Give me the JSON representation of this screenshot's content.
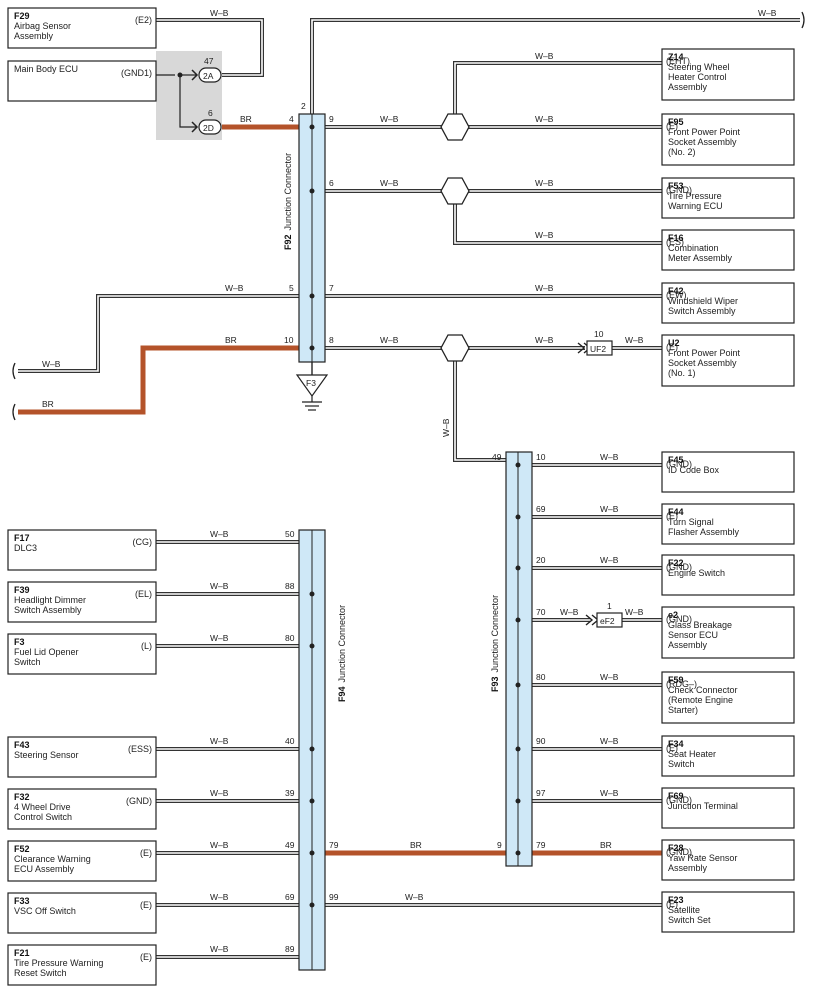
{
  "colors": {
    "wb": "#333333",
    "br": "#b4532a",
    "jc_fill": "#cfe8f7",
    "shade": "#d8d8d8"
  },
  "left_components": [
    {
      "id": "f29",
      "code": "F29",
      "lines": [
        "Airbag Sensor",
        "Assembly"
      ],
      "term": "(E2)"
    },
    {
      "id": "mbecu",
      "code": "",
      "lines": [
        "Main Body ECU"
      ],
      "term": "(GND1)"
    },
    {
      "id": "f17",
      "code": "F17",
      "lines": [
        "DLC3"
      ],
      "term": "(CG)"
    },
    {
      "id": "f39",
      "code": "F39",
      "lines": [
        "Headlight Dimmer",
        "Switch Assembly"
      ],
      "term": "(EL)"
    },
    {
      "id": "f3",
      "code": "F3",
      "lines": [
        "Fuel Lid Opener",
        "Switch"
      ],
      "term": "(L)"
    },
    {
      "id": "f43",
      "code": "F43",
      "lines": [
        "Steering Sensor"
      ],
      "term": "(ESS)"
    },
    {
      "id": "f32",
      "code": "F32",
      "lines": [
        "4 Wheel Drive",
        "Control Switch"
      ],
      "term": "(GND)"
    },
    {
      "id": "f52",
      "code": "F52",
      "lines": [
        "Clearance Warning",
        "ECU Assembly"
      ],
      "term": "(E)"
    },
    {
      "id": "f33",
      "code": "F33",
      "lines": [
        "VSC Off Switch"
      ],
      "term": "(E)"
    },
    {
      "id": "f21",
      "code": "F21",
      "lines": [
        "Tire Pressure Warning",
        "Reset Switch"
      ],
      "term": "(E)"
    }
  ],
  "right_components": [
    {
      "id": "z14",
      "code": "Z14",
      "lines": [
        "Steering Wheel",
        "Heater Control",
        "Assembly"
      ],
      "term": "(EHT)"
    },
    {
      "id": "f95",
      "code": "F95",
      "lines": [
        "Front Power Point",
        "Socket Assembly",
        "(No. 2)"
      ],
      "term": "(E)"
    },
    {
      "id": "f53",
      "code": "F53",
      "lines": [
        "Tire Pressure",
        "Warning ECU"
      ],
      "term": "(GND)"
    },
    {
      "id": "f16",
      "code": "F16",
      "lines": [
        "Combination",
        "Meter Assembly"
      ],
      "term": "(ES)"
    },
    {
      "id": "f42",
      "code": "F42",
      "lines": [
        "Windshield Wiper",
        "Switch Assembly"
      ],
      "term": "(EW)"
    },
    {
      "id": "u2",
      "code": "U2",
      "lines": [
        "Front Power Point",
        "Socket Assembly",
        "(No. 1)"
      ],
      "term": "(E)"
    },
    {
      "id": "f45",
      "code": "F45",
      "lines": [
        "ID Code Box"
      ],
      "term": "(GND)"
    },
    {
      "id": "f44",
      "code": "F44",
      "lines": [
        "Turn Signal",
        "Flasher Assembly"
      ],
      "term": "(E)"
    },
    {
      "id": "f22",
      "code": "F22",
      "lines": [
        "Engine Switch"
      ],
      "term": "(GND)"
    },
    {
      "id": "e2",
      "code": "e2",
      "lines": [
        "Glass Breakage",
        "Sensor ECU",
        "Assembly"
      ],
      "term": "(GND)"
    },
    {
      "id": "f59",
      "code": "F59",
      "lines": [
        "Check Connector",
        "(Remote Engine",
        "Starter)"
      ],
      "term": "(RDG–)"
    },
    {
      "id": "f34",
      "code": "F34",
      "lines": [
        "Seat Heater",
        "Switch"
      ],
      "term": "(E)"
    },
    {
      "id": "f69",
      "code": "F69",
      "lines": [
        "Junction Terminal"
      ],
      "term": "(GND)"
    },
    {
      "id": "f28",
      "code": "F28",
      "lines": [
        "Yaw Rate Sensor",
        "Assembly"
      ],
      "term": "(GND)"
    },
    {
      "id": "f23",
      "code": "F23",
      "lines": [
        "Satellite",
        "Switch Set"
      ],
      "term": "(E)"
    }
  ],
  "junctions": {
    "f92": {
      "code": "F92",
      "name": "Junction Connector"
    },
    "f93": {
      "code": "F93",
      "name": "Junction Connector"
    },
    "f94": {
      "code": "F94",
      "name": "Junction Connector"
    }
  },
  "wire_colors": {
    "wb": "W–B",
    "br": "BR"
  },
  "pins": {
    "f92_left": [
      "2",
      "4",
      "5",
      "10"
    ],
    "f92_right": [
      "9",
      "6",
      "7",
      "8"
    ],
    "f94": [
      "50",
      "88",
      "80",
      "40",
      "39",
      "49",
      "69",
      "89"
    ],
    "f94_right": [
      "79",
      "99"
    ],
    "f93_left": [
      "49",
      "9"
    ],
    "f93_right": [
      "10",
      "69",
      "20",
      "70",
      "80",
      "90",
      "97",
      "79"
    ]
  },
  "connectors": {
    "c2a": "2A",
    "c2a_pin": "47",
    "c2d": "2D",
    "c2d_pin": "6",
    "uf2": "UF2",
    "uf2_pin": "10",
    "ef2": "eF2",
    "ef2_pin": "1"
  },
  "ground": {
    "f3": "F3"
  }
}
